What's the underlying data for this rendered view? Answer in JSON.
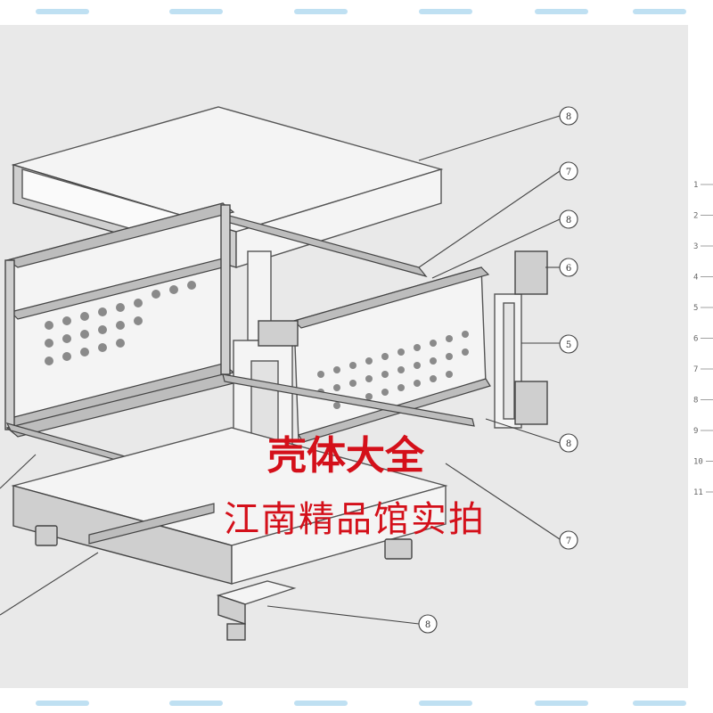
{
  "caption": {
    "title": "壳体大全",
    "subtitle": "江南精品馆实拍"
  },
  "colors": {
    "caption": "#d4101a",
    "background": "#e9e9e9",
    "watermark_dash": "#bfe0f2"
  },
  "callouts": [
    "8",
    "7",
    "8",
    "6",
    "5",
    "8",
    "7",
    "8"
  ],
  "legend_numbers": [
    "1",
    "2",
    "3",
    "4",
    "5",
    "6",
    "7",
    "8",
    "9",
    "10",
    "11"
  ]
}
